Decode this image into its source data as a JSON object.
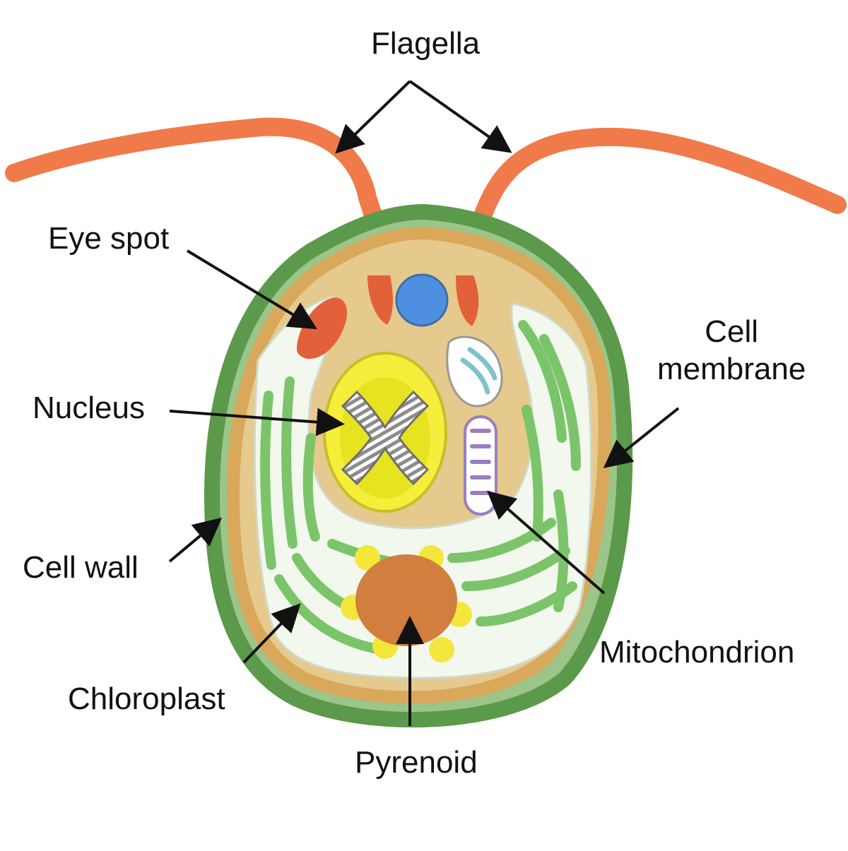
{
  "labels": {
    "flagella": "Flagella",
    "eye_spot": "Eye spot",
    "cell_membrane_line1": "Cell",
    "cell_membrane_line2": "membrane",
    "nucleus": "Nucleus",
    "cell_wall": "Cell wall",
    "mitochondrion": "Mitochondrion",
    "chloroplast": "Chloroplast",
    "pyrenoid": "Pyrenoid"
  },
  "colors": {
    "background": "#ffffff",
    "cell_wall": "#5b9a4a",
    "cell_membrane": "#d9a85a",
    "cytoplasm": "#e6c98c",
    "flagella": "#f07a4a",
    "eye_spot": "#e2603a",
    "nucleus_outer": "#f6ee3a",
    "nucleus_inner": "#e8e320",
    "chromosome": "#8c8c8c",
    "chloroplast_bg": "#f2f8ee",
    "chloroplast_stroke": "#7cc46a",
    "pyrenoid": "#d27e3e",
    "pyrenoid_halo": "#f4e63a",
    "contractile_vacuole": "#4f8fe0",
    "golgi": "#7ec3cb",
    "mitochondrion": "#9a7ec0",
    "arrow": "#111111"
  }
}
